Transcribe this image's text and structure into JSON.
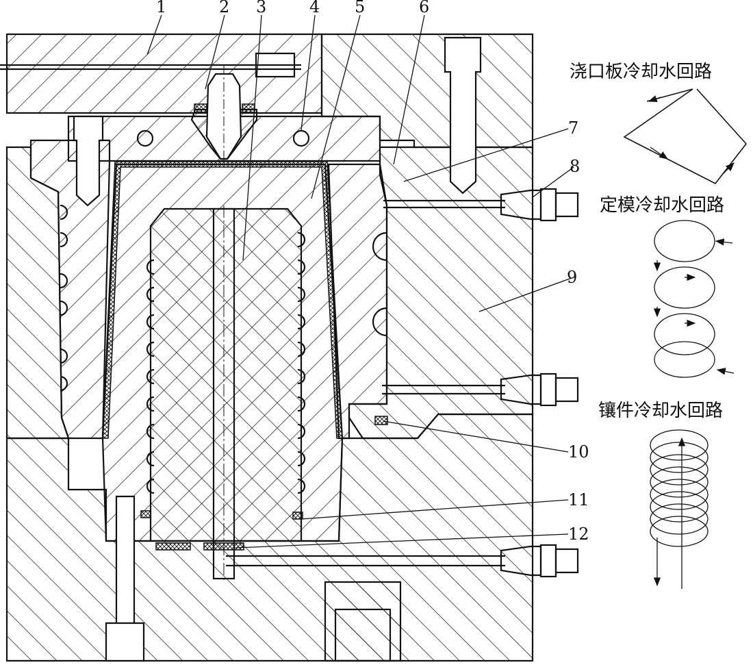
{
  "part_numbers": [
    "1",
    "2",
    "3",
    "4",
    "5",
    "6",
    "7",
    "8",
    "9",
    "10",
    "11",
    "12"
  ],
  "circuit_captions": {
    "sprue_plate": "浇口板冷却水回路",
    "fixed_mold": "定模冷却水回路",
    "insert": "镶件冷却水回路"
  },
  "colors": {
    "line": "#111111",
    "background": "#ffffff"
  }
}
